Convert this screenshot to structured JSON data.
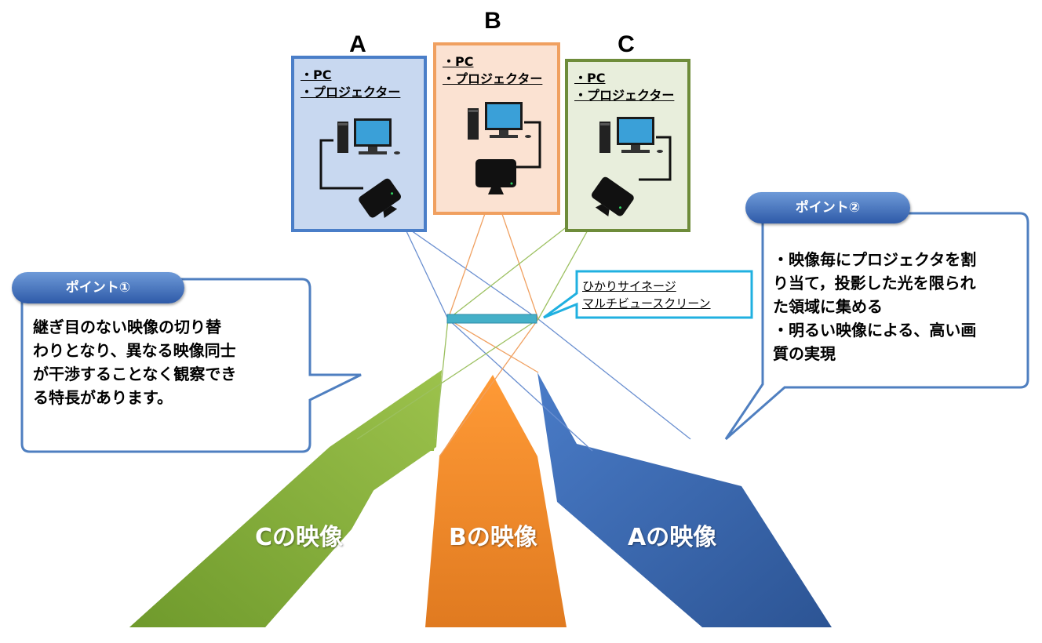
{
  "units": [
    {
      "letter": "A",
      "items": [
        "・PC",
        "・プロジェクター"
      ]
    },
    {
      "letter": "B",
      "items": [
        "・PC",
        "・プロジェクター"
      ]
    },
    {
      "letter": "C",
      "items": [
        "・PC",
        "・プロジェクター"
      ]
    }
  ],
  "screen_label": {
    "line1": "ひかりサイネージ",
    "line2": "マルチビュースクリーン"
  },
  "point1": {
    "title": "ポイント①",
    "lines": [
      "継ぎ目のない映像の切り替",
      "わりとなり、異なる映像同士",
      "が干渉することなく観察でき",
      "る特長があります。"
    ]
  },
  "point2": {
    "title": "ポイント②",
    "lines": [
      "・映像毎にプロジェクタを割",
      "り当て，投影した光を限られ",
      "た領域に集める",
      "・明るい映像による、高い画",
      "質の実現"
    ]
  },
  "beams": {
    "c": "Cの映像",
    "b": "Bの映像",
    "a": "Aの映像"
  },
  "colors": {
    "unit_a": "#4a7ec8",
    "unit_b": "#f0a060",
    "unit_c": "#6e8c3a",
    "beam_green": "#7fa838",
    "beam_orange": "#ef8a2c",
    "beam_blue": "#3a6db8",
    "screen": "#45b0c8",
    "callout_border": "#4f7fc0"
  },
  "icons": [
    "desktop-pc-icon",
    "projector-icon"
  ]
}
